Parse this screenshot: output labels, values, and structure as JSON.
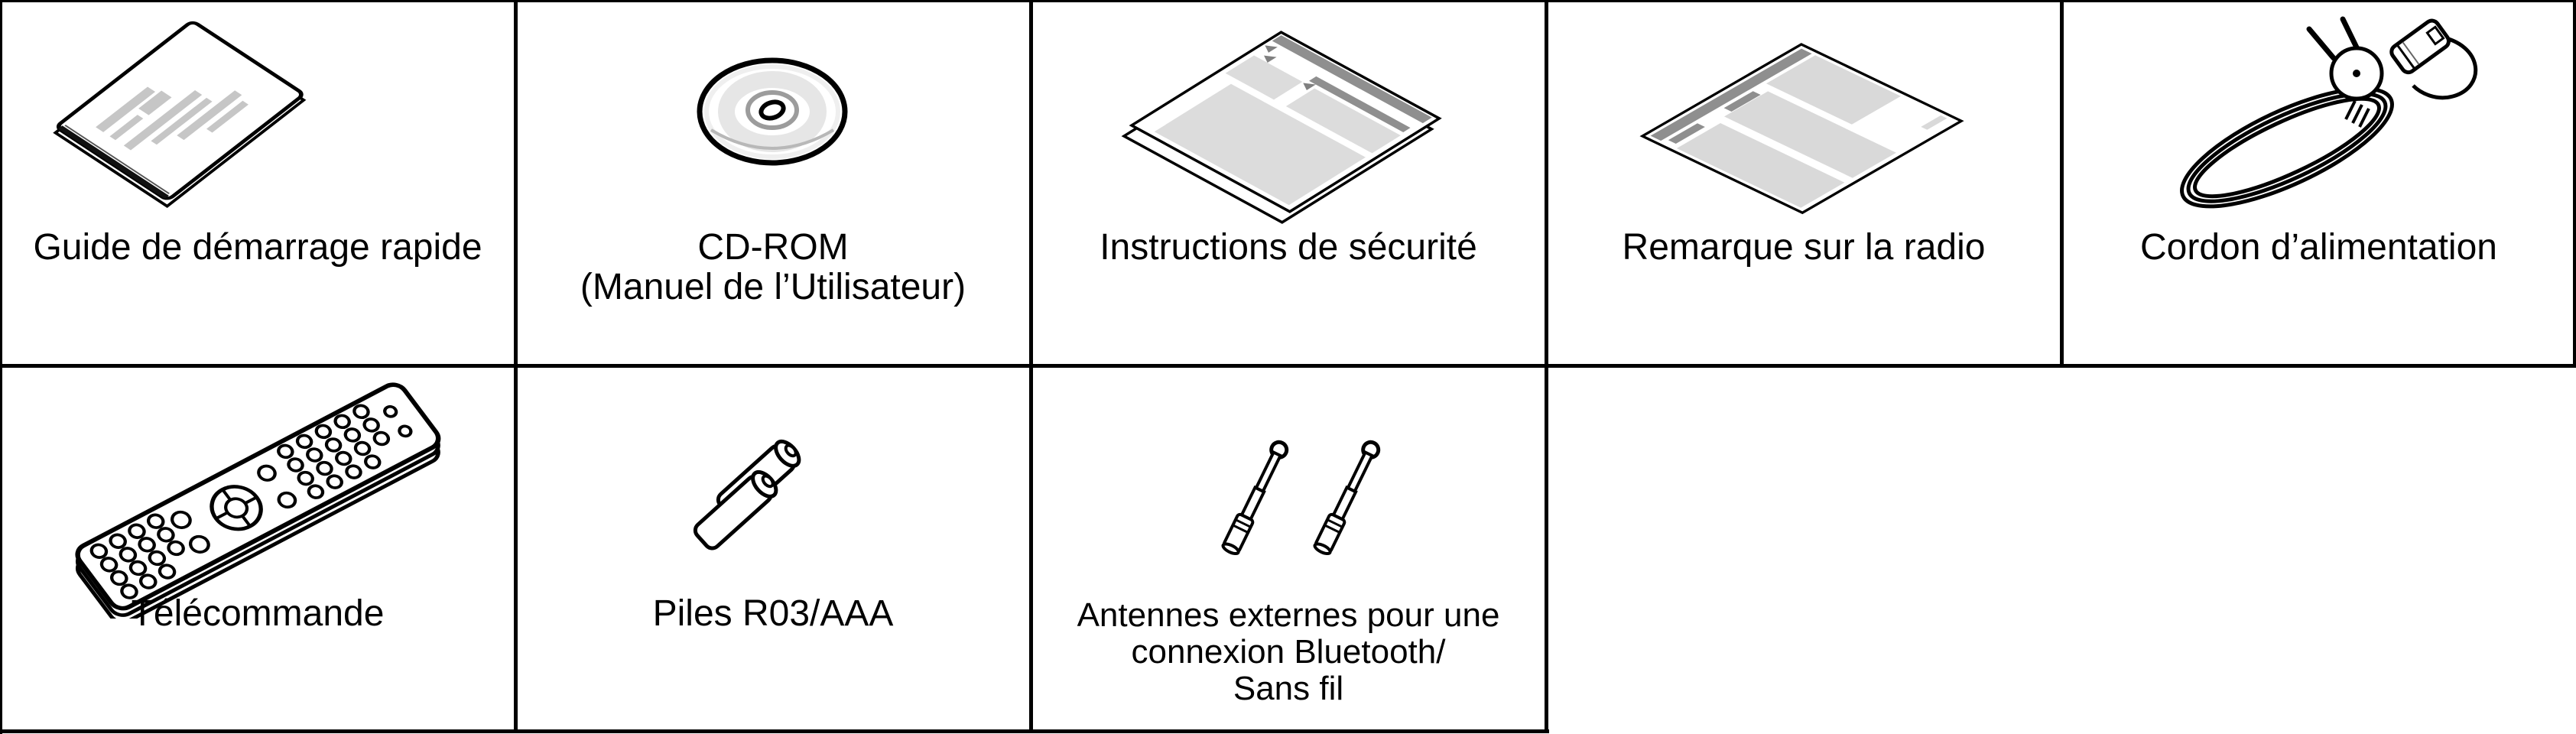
{
  "document": {
    "type": "accessories-table",
    "language": "fr"
  },
  "table": {
    "columns": 5,
    "rows": [
      {
        "cells": [
          {
            "name": "quick-start-guide",
            "lines": [
              "Guide de démarrage rapide"
            ]
          },
          {
            "name": "cd-rom",
            "lines": [
              "CD-ROM",
              "(Manuel de l’Utilisateur)"
            ]
          },
          {
            "name": "safety-instructions",
            "lines": [
              "Instructions de sécurité"
            ]
          },
          {
            "name": "radio-note",
            "lines": [
              "Remarque sur la radio"
            ]
          },
          {
            "name": "power-cord",
            "lines": [
              "Cordon d’alimentation"
            ]
          }
        ]
      },
      {
        "cells": [
          {
            "name": "remote-control",
            "lines": [
              "Télécommande"
            ]
          },
          {
            "name": "batteries",
            "lines": [
              "Piles R03/AAA"
            ]
          },
          {
            "name": "external-antennas",
            "lines": [
              "Antennes externes pour une",
              "connexion Bluetooth/",
              "Sans fil"
            ]
          }
        ]
      }
    ]
  },
  "icons": [
    "quick-start-guide-icon",
    "cd-rom-icon",
    "safety-instructions-icon",
    "radio-note-icon",
    "power-cord-icon",
    "remote-control-icon",
    "batteries-icon",
    "external-antennas-icon"
  ],
  "colors": {
    "border": "#000000",
    "text": "#000000",
    "panel_light": "#d9d9d9",
    "panel_medium": "#c6c6c6",
    "bar_dark": "#8f8f8f",
    "background": "#ffffff"
  }
}
